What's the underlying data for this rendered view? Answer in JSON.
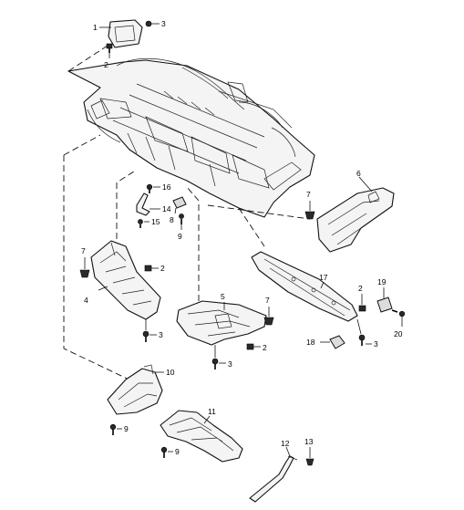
{
  "callouts": {
    "c1": "1",
    "c2a": "2",
    "c3a": "3",
    "c6": "6",
    "c7a": "7",
    "c16": "16",
    "c14": "14",
    "c15": "15",
    "c8": "8",
    "c9a": "9",
    "c7b": "7",
    "c2b": "2",
    "c4": "4",
    "c3b": "3",
    "c5": "5",
    "c7c": "7",
    "c2c": "2",
    "c3c": "3",
    "c17": "17",
    "c19": "19",
    "c2d": "2",
    "c20": "20",
    "c18": "18",
    "c3d": "3",
    "c10": "10",
    "c9b": "9",
    "c11": "11",
    "c9c": "9",
    "c12": "12",
    "c13": "13"
  }
}
